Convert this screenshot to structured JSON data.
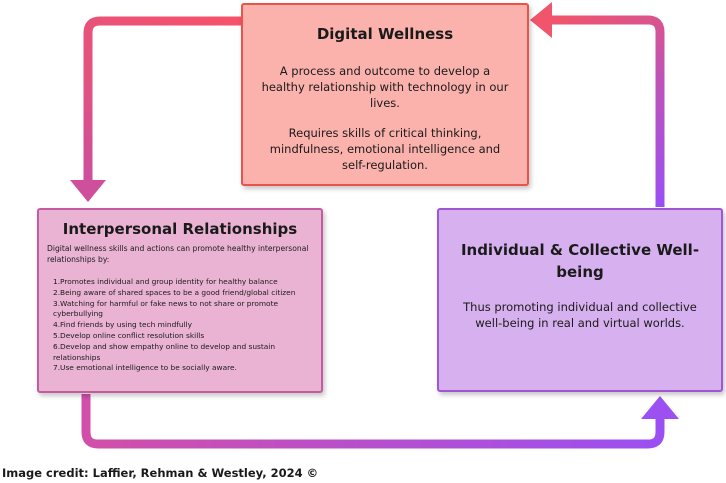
{
  "digital_wellness": {
    "title": "Digital Wellness",
    "definition": "A process and outcome to develop a healthy relationship with technology in our lives.",
    "skills": "Requires skills of critical thinking, mindfulness, emotional intelligence and self-regulation."
  },
  "interpersonal": {
    "title": "Interpersonal Relationships",
    "intro": "Digital wellness skills and actions can promote healthy interpersonal relationships by:",
    "items": [
      "1.Promotes individual and group identity for healthy balance",
      "2.Being aware of shared spaces to be a good friend/global citizen",
      "3.Watching for harmful or fake news to not share or promote cyberbullying",
      "4.Find friends by using tech mindfully",
      "5.Develop online conflict resolution skills",
      "6.Develop and show empathy online to develop and sustain relationships",
      "7.Use emotional intelligence to be socially aware."
    ]
  },
  "wellbeing": {
    "title": "Individual & Collective Well-being",
    "body": "Thus promoting individual and collective well-being in real and virtual worlds."
  },
  "credit": "Image credit: Laffier, Rehman & Westley, 2024 ©",
  "colors": {
    "arrow_red": "#f0556b",
    "arrow_pink": "#d14faa",
    "arrow_purple": "#9b4ff0"
  }
}
